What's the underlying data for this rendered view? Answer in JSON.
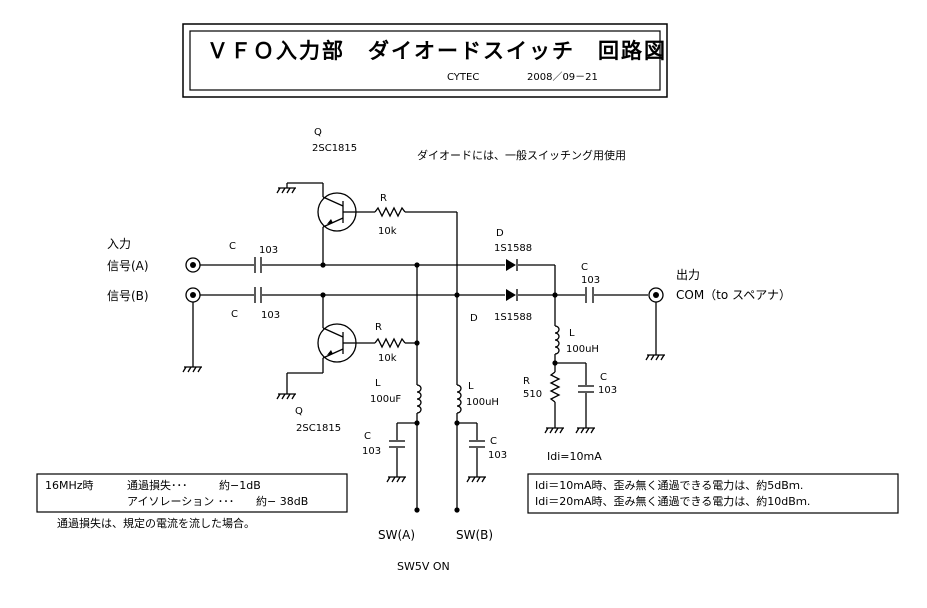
{
  "title": {
    "main": "ＶＦＯ入力部　ダイオードスイッチ　回路図",
    "author": "CYTEC",
    "date": "2008／09－21"
  },
  "note_diode": "ダイオードには、一般スイッチング用使用",
  "inputs": {
    "label_1": "入力",
    "label_a": "信号(A)",
    "label_b": "信号(B)"
  },
  "output": {
    "label_1": "出力",
    "label_2": "COM（to スペアナ）"
  },
  "components": {
    "q_top_ref": "Q",
    "q_top_part": "2SC1815",
    "q_bot_ref": "Q",
    "q_bot_part": "2SC1815",
    "r_top_ref": "R",
    "r_top_val": "10k",
    "r_bot_ref": "R",
    "r_bot_val": "10k",
    "c_in_a_ref": "C",
    "c_in_a_val": "103",
    "c_in_b_ref": "C",
    "c_in_b_val": "103",
    "d_top_ref": "D",
    "d_top_part": "1S1588",
    "d_bot_ref": "D",
    "d_bot_part": "1S1588",
    "c_out_ref": "C",
    "c_out_val": "103",
    "l_out_ref": "L",
    "l_out_val": "100uH",
    "r_out_ref": "R",
    "r_out_val": "510",
    "c_bias_ref": "C",
    "c_bias_val": "103",
    "l_a_ref": "L",
    "l_a_val": "100uF",
    "l_b_ref": "L",
    "l_b_val": "100uH",
    "c_a_ref": "C",
    "c_a_val": "103",
    "c_b_ref": "C",
    "c_b_val": "103"
  },
  "idi_label": "Idi=10mA",
  "switch": {
    "sw_a": "SW(A)",
    "sw_b": "SW(B)",
    "sw_note": "SW5V ON"
  },
  "loss_box": {
    "line1_freq": "16MHz時",
    "line1_item": "通過損失･･･",
    "line1_val": "約−1dB",
    "line2_item": "アイソレーション ･･･",
    "line2_val": "約− 38dB",
    "note": "通過損失は、規定の電流を流した場合。"
  },
  "power_box": {
    "line1": "Idi＝10mA時、歪み無く通過できる電力は、約5dBｍ.",
    "line2": "Idi＝20mA時、歪み無く通過できる電力は、約10dBｍ."
  }
}
